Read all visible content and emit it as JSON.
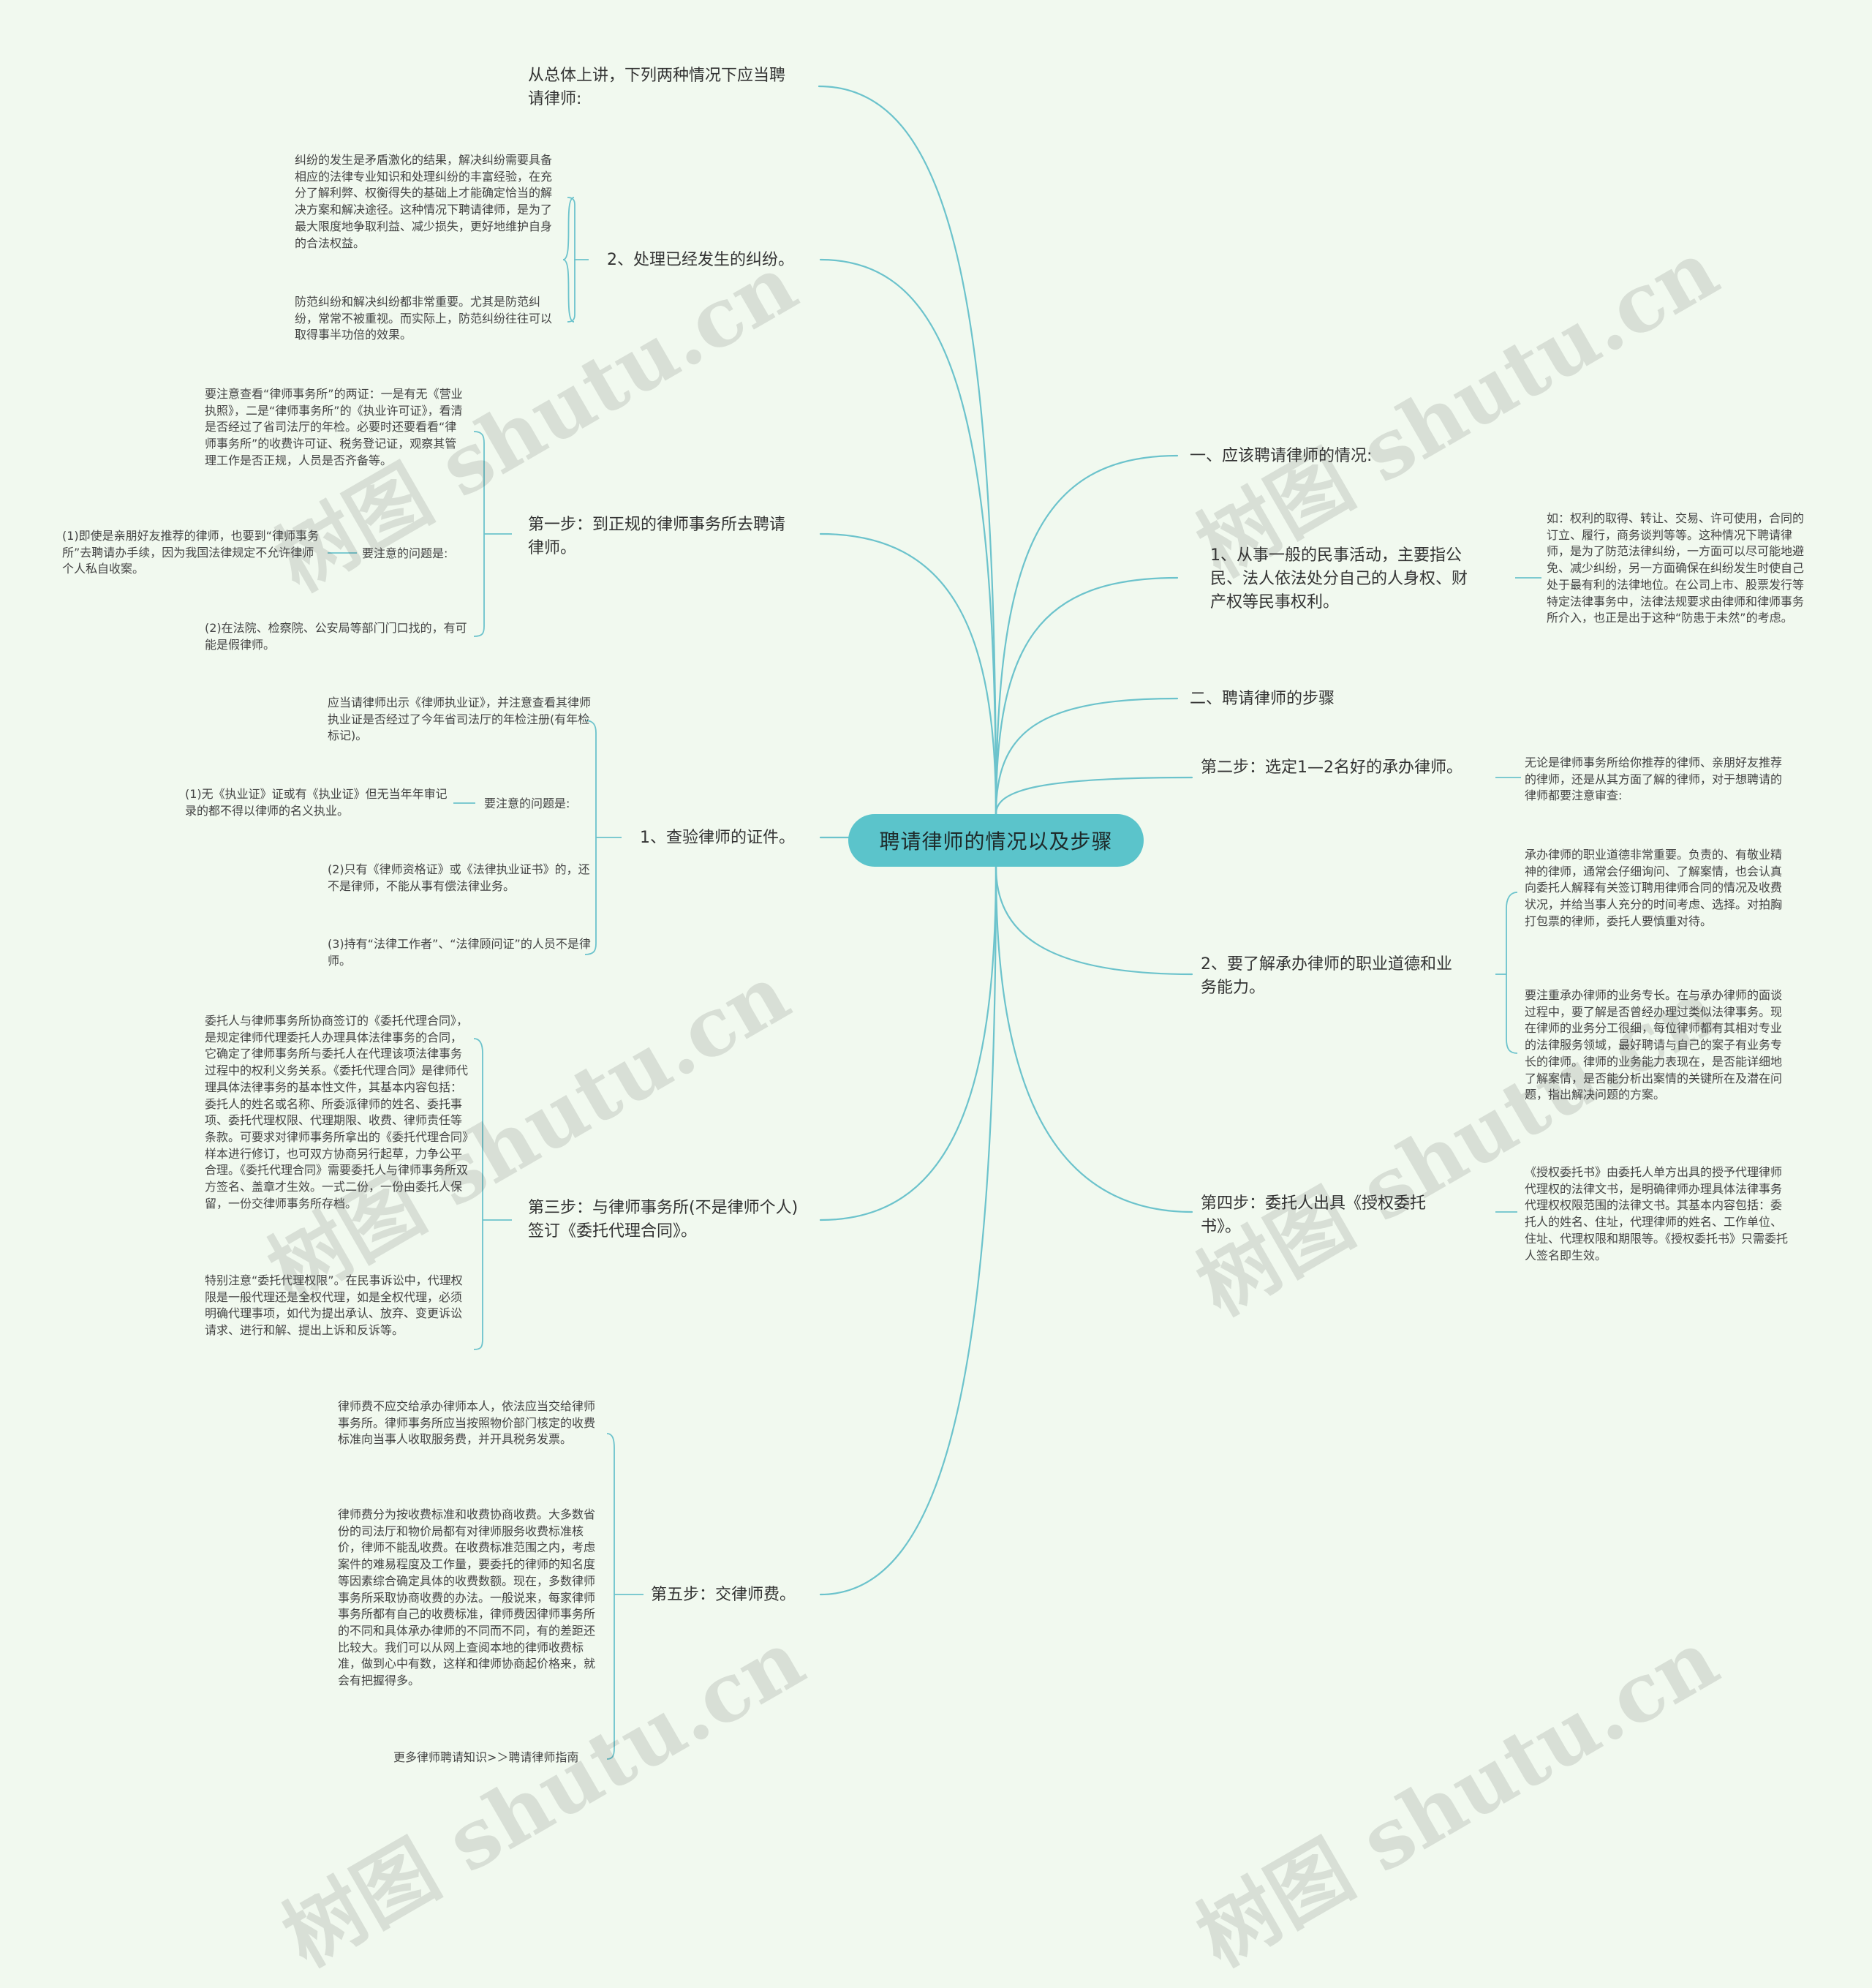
{
  "root": "聘请律师的情况以及步骤",
  "left": {
    "intro": "从总体上讲，下列两种情况下应当聘请律师:",
    "b2": {
      "label": "2、处理已经发生的纠纷。",
      "leaf1": "纠纷的发生是矛盾激化的结果，解决纠纷需要具备相应的法律专业知识和处理纠纷的丰富经验，在充分了解利弊、权衡得失的基础上才能确定恰当的解决方案和解决途径。这种情况下聘请律师，是为了最大限度地争取利益、减少损失，更好地维护自身的合法权益。",
      "leaf2": "防范纠纷和解决纠纷都非常重要。尤其是防范纠纷，常常不被重视。而实际上，防范纠纷往往可以取得事半功倍的效果。"
    },
    "step1": {
      "label": "第一步：到正规的律师事务所去聘请律师。",
      "leaf1": "要注意查看“律师事务所”的两证：一是有无《营业执照》，二是“律师事务所”的《执业许可证》，看清是否经过了省司法厅的年检。必要时还要看看“律师事务所”的收费许可证、税务登记证，观察其管理工作是否正规，人员是否齐备等。",
      "sub": "要注意的问题是:",
      "subleaf": "(1)即使是亲朋好友推荐的律师，也要到“律师事务所”去聘请办手续，因为我国法律规定不允许律师个人私自收案。",
      "leaf3": "(2)在法院、检察院、公安局等部门门口找的，有可能是假律师。"
    },
    "check": {
      "label": "1、查验律师的证件。",
      "leaf1": "应当请律师出示《律师执业证》，并注意查看其律师执业证是否经过了今年省司法厅的年检注册(有年检标记)。",
      "sub": "要注意的问题是:",
      "subleaf": "(1)无《执业证》证或有《执业证》但无当年年审记录的都不得以律师的名义执业。",
      "leaf3": "(2)只有《律师资格证》或《法律执业证书》的，还不是律师，不能从事有偿法律业务。",
      "leaf4": "(3)持有“法律工作者”、“法律顾问证”的人员不是律师。"
    },
    "step3": {
      "label": "第三步：与律师事务所(不是律师个人)签订《委托代理合同》。",
      "leaf1": "委托人与律师事务所协商签订的《委托代理合同》，是规定律师代理委托人办理具体法律事务的合同，它确定了律师事务所与委托人在代理该项法律事务过程中的权利义务关系。《委托代理合同》是律师代理具体法律事务的基本性文件，其基本内容包括：委托人的姓名或名称、所委派律师的姓名、委托事项、委托代理权限、代理期限、收费、律师责任等条款。可要求对律师事务所拿出的《委托代理合同》样本进行修订，也可双方协商另行起草，力争公平合理。《委托代理合同》需要委托人与律师事务所双方签名、盖章才生效。一式二份，一份由委托人保留，一份交律师事务所存档。",
      "leaf2": "特别注意“委托代理权限”。在民事诉讼中，代理权限是一般代理还是全权代理，如是全权代理，必须明确代理事项，如代为提出承认、放弃、变更诉讼请求、进行和解、提出上诉和反诉等。"
    },
    "step5": {
      "label": "第五步：交律师费。",
      "leaf1": "律师费不应交给承办律师本人，依法应当交给律师事务所。律师事务所应当按照物价部门核定的收费标准向当事人收取服务费，并开具税务发票。",
      "leaf2": "律师费分为按收费标准和收费协商收费。大多数省份的司法厅和物价局都有对律师服务收费标准核价，律师不能乱收费。在收费标准范围之内，考虑案件的难易程度及工作量，要委托的律师的知名度等因素综合确定具体的收费数额。现在，多数律师事务所采取协商收费的办法。一般说来，每家律师事务所都有自己的收费标准，律师费因律师事务所的不同和具体承办律师的不同而不同，有的差距还比较大。我们可以从网上查阅本地的律师收费标准，做到心中有数，这样和律师协商起价格来，就会有把握得多。",
      "leaf3": "更多律师聘请知识>＞聘请律师指南"
    }
  },
  "right": {
    "h1": "一、应该聘请律师的情况:",
    "r1": {
      "label": "1、从事一般的民事活动，主要指公民、法人依法处分自己的人身权、财产权等民事权利。",
      "leaf": "如：权利的取得、转让、交易、许可使用，合同的订立、履行，商务谈判等等。这种情况下聘请律师，是为了防范法律纠纷，一方面可以尽可能地避免、减少纠纷，另一方面确保在纠纷发生时使自己处于最有利的法律地位。在公司上市、股票发行等特定法律事务中，法律法规要求由律师和律师事务所介入，也正是出于这种“防患于未然”的考虑。"
    },
    "h2": "二、聘请律师的步骤",
    "step2": {
      "label": "第二步：选定1—2名好的承办律师。",
      "leaf": "无论是律师事务所给你推荐的律师、亲朋好友推荐的律师，还是从其方面了解的律师，对于想聘请的律师都要注意审查:"
    },
    "r2": {
      "label": "2、要了解承办律师的职业道德和业务能力。",
      "leaf1": "承办律师的职业道德非常重要。负责的、有敬业精神的律师，通常会仔细询问、了解案情，也会认真向委托人解释有关签订聘用律师合同的情况及收费状况，并给当事人充分的时间考虑、选择。对拍胸打包票的律师，委托人要慎重对待。",
      "leaf2": "要注重承办律师的业务专长。在与承办律师的面谈过程中，要了解是否曾经办理过类似法律事务。现在律师的业务分工很细，每位律师都有其相对专业的法律服务领域，最好聘请与自己的案子有业务专长的律师。律师的业务能力表现在，是否能详细地了解案情，是否能分析出案情的关键所在及潜在问题，指出解决问题的方案。"
    },
    "step4": {
      "label": "第四步：委托人出具《授权委托书》。",
      "leaf": "《授权委托书》由委托人单方出具的授予代理律师代理权的法律文书，是明确律师办理具体法律事务代理权权限范围的法律文书。其基本内容包括：委托人的姓名、住址，代理律师的姓名、工作单位、住址、代理权限和期限等。《授权委托书》只需委托人签名即生效。"
    }
  },
  "colors": {
    "line": "#6cc3cc",
    "root_fill": "#5bc4cb",
    "background": "#f1f9ef"
  }
}
